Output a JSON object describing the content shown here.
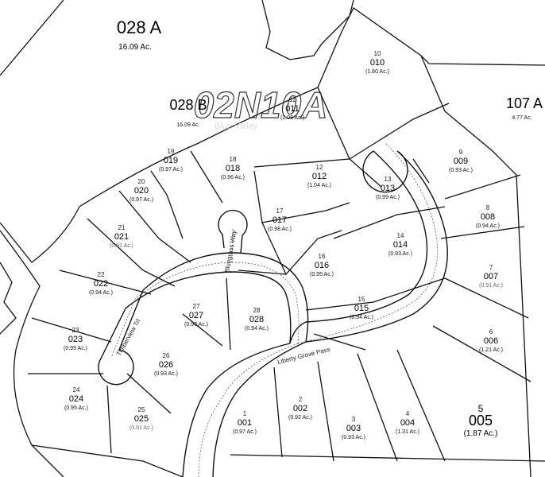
{
  "map_title": "02N10A",
  "subdivision_label": "Blue Valley",
  "large_parcels": [
    {
      "code": "028 A",
      "acres": "16.09 Ac."
    },
    {
      "code": "028 B",
      "acres": "16.09 Ac."
    },
    {
      "code": "107 A",
      "acres": "4.77 Ac."
    }
  ],
  "streets": [
    "Bluegrass Way",
    "Timberview Trl",
    "Liberty Grove Pass"
  ],
  "lots": [
    {
      "num": "1",
      "code": "001",
      "acres": "(0.97 Ac.)"
    },
    {
      "num": "2",
      "code": "002",
      "acres": "(0.92 Ac.)"
    },
    {
      "num": "3",
      "code": "003",
      "acres": "(0.93 Ac.)"
    },
    {
      "num": "4",
      "code": "004",
      "acres": "(1.31 Ac.)"
    },
    {
      "num": "5",
      "code": "005",
      "acres": "(1.87 Ac.)"
    },
    {
      "num": "6",
      "code": "006",
      "acres": "(1.21 Ac.)"
    },
    {
      "num": "7",
      "code": "007",
      "acres": "(0.91 Ac.)"
    },
    {
      "num": "8",
      "code": "008",
      "acres": "(0.94 Ac.)"
    },
    {
      "num": "9",
      "code": "009",
      "acres": "(0.93 Ac.)"
    },
    {
      "num": "10",
      "code": "010",
      "acres": "(1.60 Ac.)"
    },
    {
      "num": "11",
      "code": "011",
      "acres": "(2.08 Ac.)"
    },
    {
      "num": "12",
      "code": "012",
      "acres": "(1.04 Ac.)"
    },
    {
      "num": "13",
      "code": "013",
      "acres": "(0.99 Ac.)"
    },
    {
      "num": "14",
      "code": "014",
      "acres": "(0.93 Ac.)"
    },
    {
      "num": "15",
      "code": "015",
      "acres": "(0.94 Ac.)"
    },
    {
      "num": "16",
      "code": "016",
      "acres": "(0.95 Ac.)"
    },
    {
      "num": "17",
      "code": "017",
      "acres": "(0.98 Ac.)"
    },
    {
      "num": "18",
      "code": "018",
      "acres": "(0.96 Ac.)"
    },
    {
      "num": "19",
      "code": "019",
      "acres": "(0.97 Ac.)"
    },
    {
      "num": "20",
      "code": "020",
      "acres": "(0.97 Ac.)"
    },
    {
      "num": "21",
      "code": "021",
      "acres": "(0.91 Ac.)"
    },
    {
      "num": "22",
      "code": "022",
      "acres": "(0.94 Ac.)"
    },
    {
      "num": "23",
      "code": "023",
      "acres": "(0.95 Ac.)"
    },
    {
      "num": "24",
      "code": "024",
      "acres": "(0.95 Ac.)"
    },
    {
      "num": "25",
      "code": "025",
      "acres": "(0.91 Ac.)"
    },
    {
      "num": "26",
      "code": "026",
      "acres": "(0.93 Ac.)"
    },
    {
      "num": "27",
      "code": "027",
      "acres": "(0.96 Ac.)"
    },
    {
      "num": "28",
      "code": "028",
      "acres": "(0.94 Ac.)"
    }
  ]
}
